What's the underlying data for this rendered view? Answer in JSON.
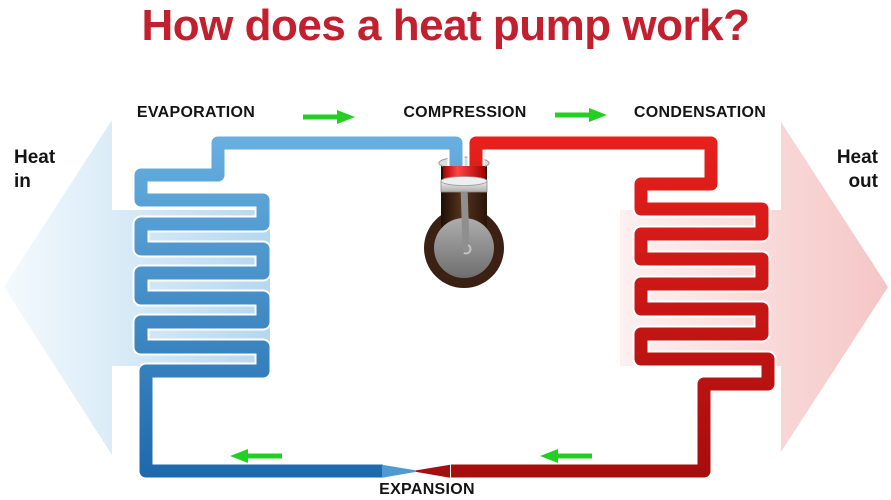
{
  "title": {
    "text": "How does a heat pump work?",
    "color": "#c2202f"
  },
  "stages": {
    "evaporation": {
      "label": "EVAPORATION"
    },
    "compression": {
      "label": "COMPRESSION"
    },
    "condensation": {
      "label": "CONDENSATION"
    },
    "expansion": {
      "label": "EXPANSION"
    }
  },
  "heat_flow": {
    "in": {
      "line1": "Heat",
      "line2": "in"
    },
    "out": {
      "line1": "Heat",
      "line2": "out"
    }
  },
  "colors": {
    "title_red": "#c2202f",
    "label_black": "#141414",
    "pipe_blue_light": "#68b0e0",
    "pipe_blue_dark": "#1d68ac",
    "pipe_red_light": "#e8201c",
    "pipe_red_dark": "#a50d0d",
    "blue_taper": "#4f9ad2",
    "red_taper": "#a50f0f",
    "heat_in_tip": "#f4fafd",
    "heat_in_base": "#b5d7ef",
    "heat_out_base": "#fdf0f0",
    "heat_out_tip": "#f5c6c6",
    "flow_arrow_green": "#24cf24",
    "compressor_body_brown": "#3a2113",
    "hot_gas_red": "#ff4545"
  }
}
